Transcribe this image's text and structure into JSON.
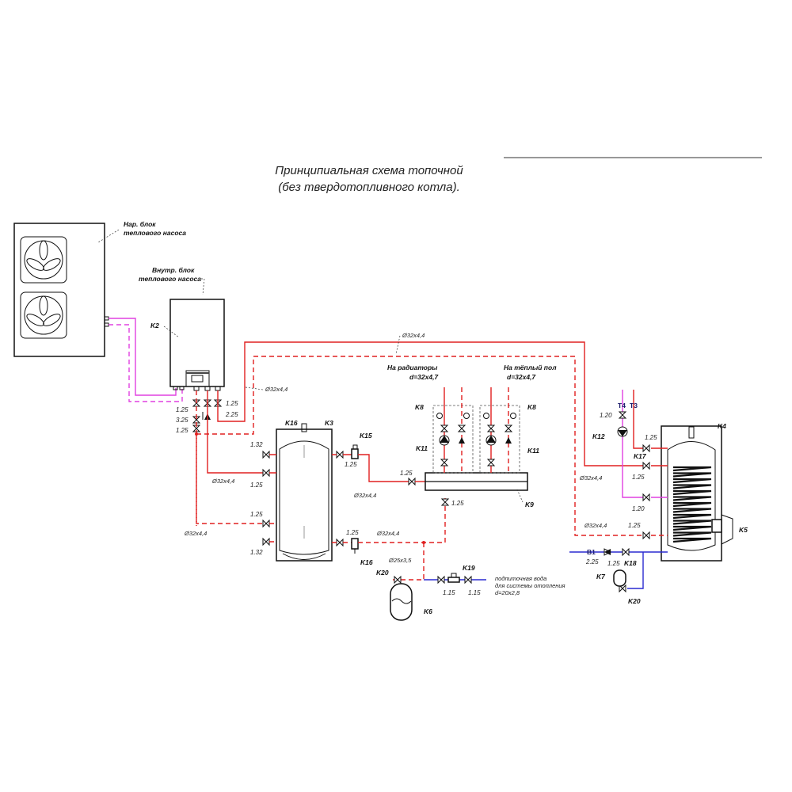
{
  "title": {
    "line1": "Принципиальная схема топочной",
    "line2": "(без твердотопливного котла)."
  },
  "colors": {
    "supply": "#e02020",
    "return": "#e02020",
    "heat_pump_circuit": "#e040e0",
    "cold_water": "#2a2ad0",
    "outline": "#111111"
  },
  "labels": {
    "outdoor_unit": [
      "Нар. блок",
      "теплового насоса"
    ],
    "indoor_unit": [
      "Внутр. блок",
      "теплового насоса"
    ],
    "K2": "K2",
    "K3": "K3",
    "K4": "K4",
    "K5": "K5",
    "K6": "K6",
    "K7": "K7",
    "K8_left": "K8",
    "K8_right": "K8",
    "K9": "K9",
    "K11_left": "K11",
    "K11_right": "K11",
    "K12": "K12",
    "K15": "K15",
    "K16_top": "K16",
    "K16_bottom": "K16",
    "K17": "K17",
    "K18": "K18",
    "K19": "K19",
    "K20_left": "K20",
    "K20_right": "K20",
    "T3": "T3",
    "T4": "T4",
    "B1": "B1",
    "radiators": [
      "На радиаторы",
      "d=32x4,7"
    ],
    "floor_heating": [
      "На тёплый пол",
      "d=32x4,7"
    ],
    "makeup_water": [
      "подпиточная вода",
      "для системы отопления",
      "d=20x2,8"
    ]
  },
  "pipe_sizes": {
    "main_top": "Ø32x4,4",
    "boiler_riser": "Ø32x4,4",
    "k3_supply_in": "Ø32x4,4",
    "k3_return_in": "Ø32x4,4",
    "k3_to_k9": "Ø32x4,4",
    "k3_bottom_out": "Ø32x4,4",
    "makeup_branch": "Ø25x3,5",
    "k4_coil_in": "Ø32x4,4",
    "k4_coil_out": "Ø32x4,4"
  },
  "heights": {
    "k2_valve_a": "1.25",
    "k2_valve_b": "3.25",
    "k2_valve_c": "1.25",
    "k2_valve_d": "1.25",
    "k2_check": "2.25",
    "k3_top_left": "1.32",
    "k3_supply_left": "1.25",
    "k3_return_left": "1.25",
    "k3_bottom_left": "1.32",
    "k3_top_right": "1.25",
    "k3_bottom_right": "1.25",
    "k9_inlet": "1.25",
    "k9_bottom": "1.25",
    "makeup_v1": "1.15",
    "makeup_v2": "1.15",
    "t4_valve": "1.20",
    "k4_dhw": "1.25",
    "k4_coil_in": "1.25",
    "k4_recirc": "1.20",
    "k4_coil_out": "1.25",
    "k4_cold_valve": "1.25",
    "b1_check": "2.25"
  }
}
